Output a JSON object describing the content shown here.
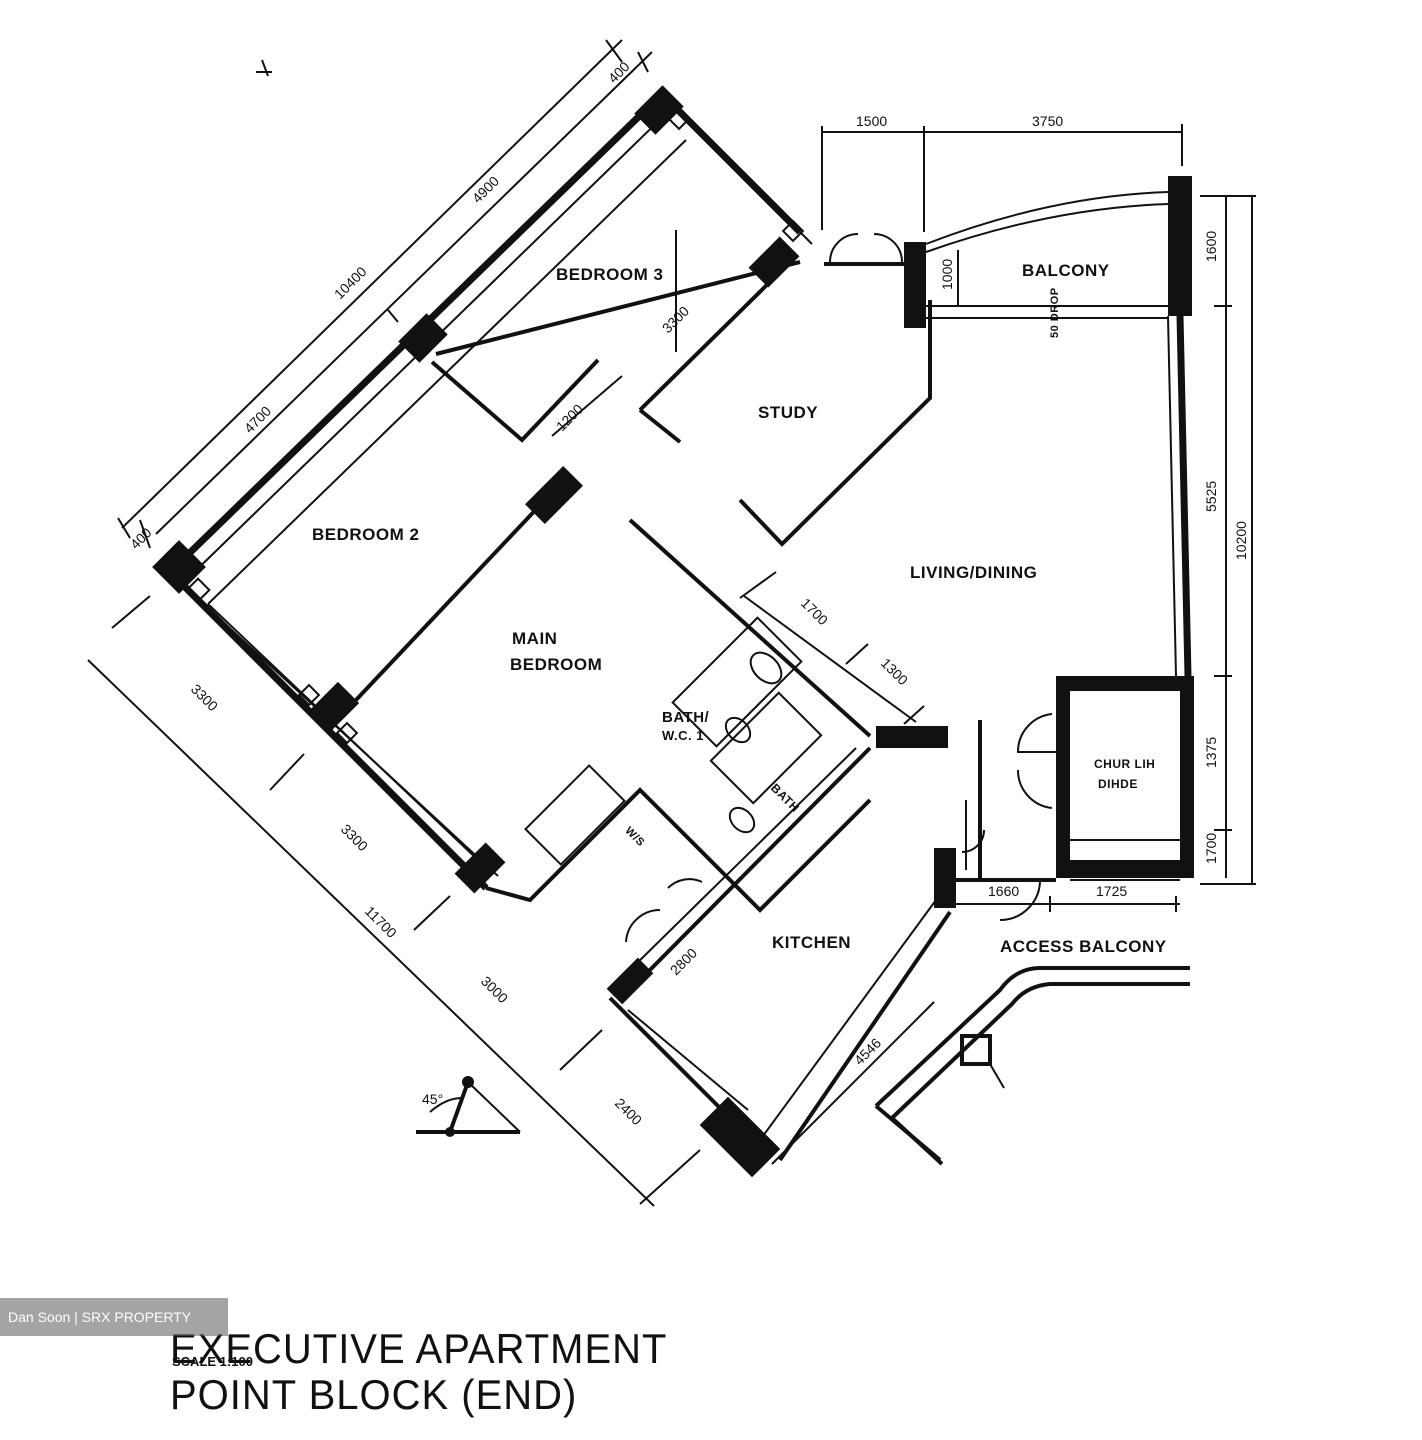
{
  "rooms": {
    "bedroom3": "BEDROOM 3",
    "bedroom2": "BEDROOM 2",
    "study": "STUDY",
    "balcony": "BALCONY",
    "living_dining": "LIVING/DINING",
    "main_bedroom_line1": "MAIN",
    "main_bedroom_line2": "BEDROOM",
    "bath_line1": "BATH/",
    "bath_line2": "W.C. 1",
    "bath2": "BATH",
    "kitchen": "KITCHEN",
    "access_balcony": "ACCESS  BALCONY",
    "shelter_line1": "CHUR LIH",
    "shelter_line2": "DIHDE",
    "drop_note": "50 DROP",
    "ws_note": "W/S"
  },
  "dimensions": {
    "top_1500": "1500",
    "top_3750": "3750",
    "right_1600": "1600",
    "right_5525": "5525",
    "right_10200": "10200",
    "right_1375": "1375",
    "right_1700b": "1700",
    "balcony_1000": "1000",
    "left_10400": "10400",
    "left_4900": "4900",
    "left_4700": "4700",
    "left_400_top": "400",
    "left_400_bottom": "400",
    "bed3_3300": "3300",
    "corridor_1200": "1200",
    "lower_3300": "3300",
    "lower_3300b": "3300",
    "lower_11700": "11700",
    "lower_3000": "3000",
    "lower_2400": "2400",
    "mid_1700": "1700",
    "mid_1300": "1300",
    "kitchen_2800": "2800",
    "kitchen_4546": "4546",
    "bottom_1660": "1660",
    "bottom_1725": "1725"
  },
  "compass_angle": "45°",
  "title": {
    "line1": "EXECUTIVE APARTMENT",
    "line2": "POINT BLOCK (END)",
    "scale": "SCALE 1:100"
  },
  "watermark": "Dan Soon | SRX PROPERTY"
}
